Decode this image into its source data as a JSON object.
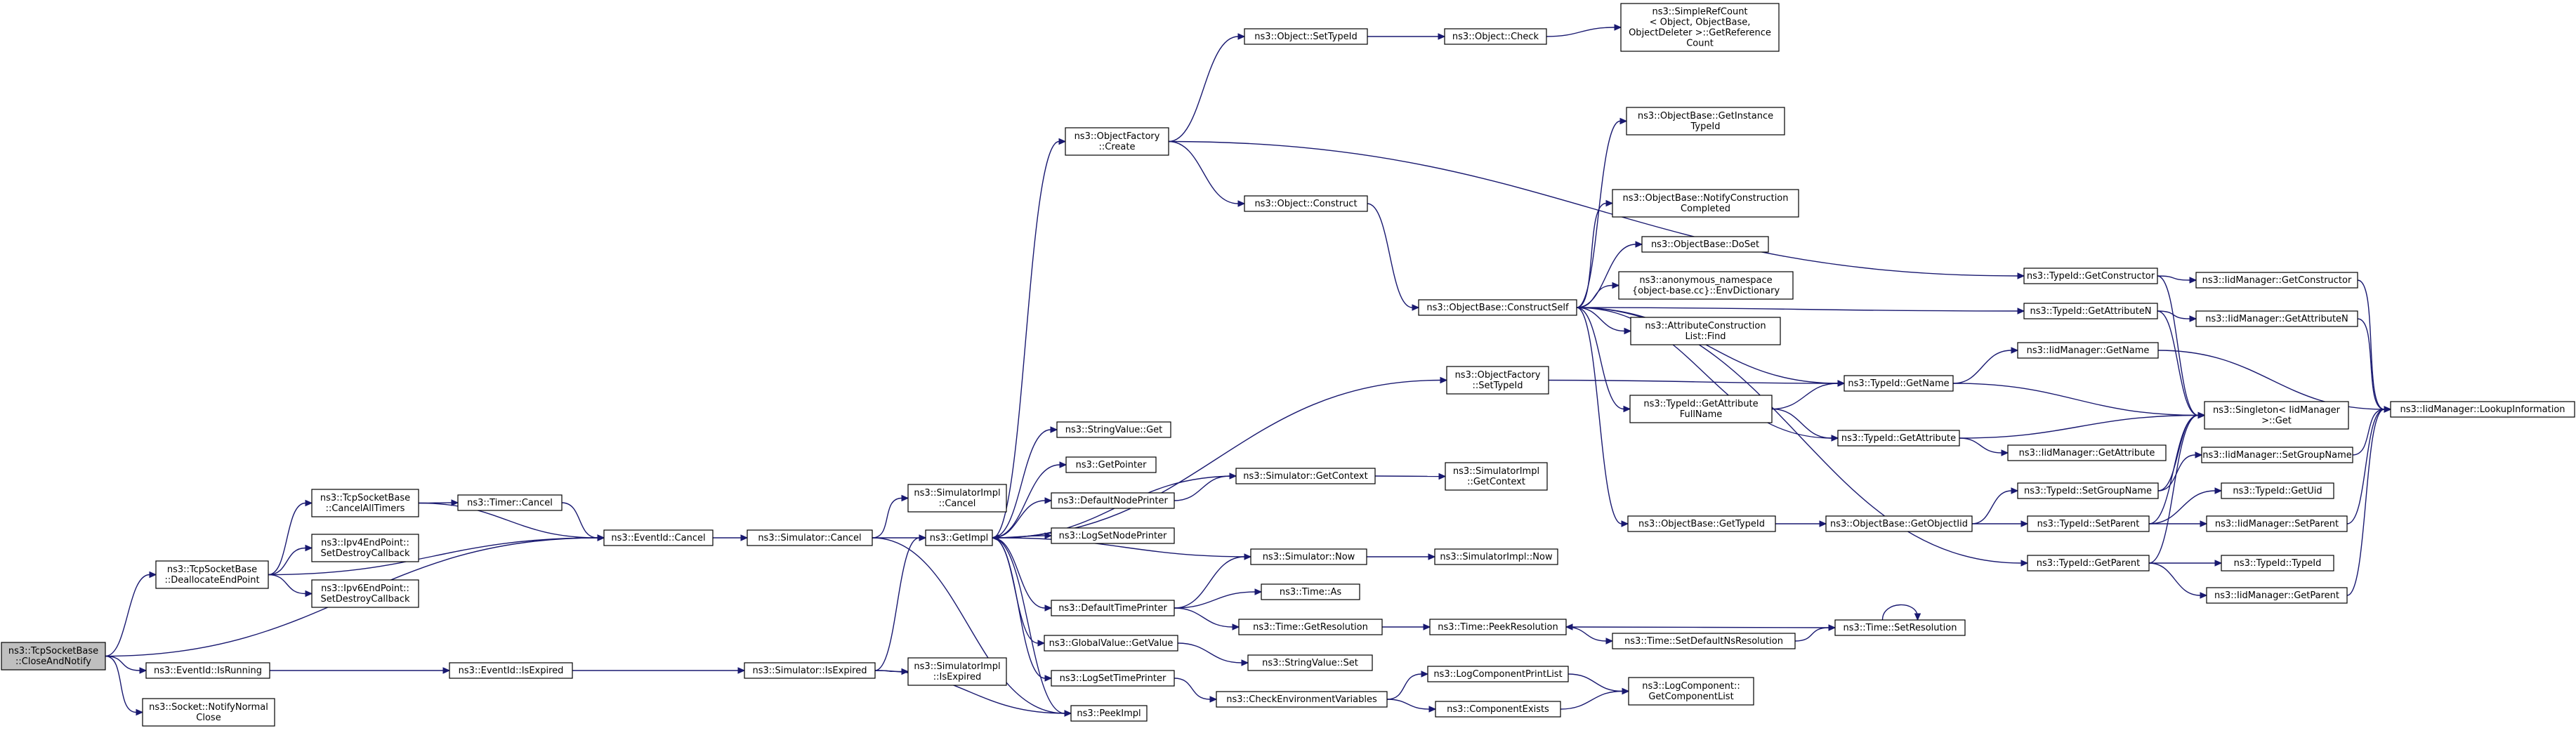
{
  "diagram": {
    "title": "",
    "nodes": [
      {
        "id": "root",
        "lines": [
          "ns3::TcpSocketBase",
          "::CloseAndNotify"
        ],
        "highlight": true
      },
      {
        "id": "dealloc",
        "lines": [
          "ns3::TcpSocketBase",
          "::DeallocateEndPoint"
        ]
      },
      {
        "id": "eiIsRunning",
        "lines": [
          "ns3::EventId::IsRunning"
        ]
      },
      {
        "id": "notifyClose",
        "lines": [
          "ns3::Socket::NotifyNormal",
          "Close"
        ]
      },
      {
        "id": "cancelAll",
        "lines": [
          "ns3::TcpSocketBase",
          "::CancelAllTimers"
        ]
      },
      {
        "id": "ipv4Destroy",
        "lines": [
          "ns3::Ipv4EndPoint::",
          "SetDestroyCallback"
        ]
      },
      {
        "id": "ipv6Destroy",
        "lines": [
          "ns3::Ipv6EndPoint::",
          "SetDestroyCallback"
        ]
      },
      {
        "id": "timerCancel",
        "lines": [
          "ns3::Timer::Cancel"
        ]
      },
      {
        "id": "eiCancel",
        "lines": [
          "ns3::EventId::Cancel"
        ]
      },
      {
        "id": "eiIsExpired",
        "lines": [
          "ns3::EventId::IsExpired"
        ]
      },
      {
        "id": "simCancel",
        "lines": [
          "ns3::Simulator::Cancel"
        ]
      },
      {
        "id": "simIsExpired",
        "lines": [
          "ns3::Simulator::IsExpired"
        ]
      },
      {
        "id": "simImplCancel",
        "lines": [
          "ns3::SimulatorImpl",
          "::Cancel"
        ]
      },
      {
        "id": "simImplIsExpired",
        "lines": [
          "ns3::SimulatorImpl",
          "::IsExpired"
        ]
      },
      {
        "id": "getImpl",
        "lines": [
          "ns3::GetImpl"
        ]
      },
      {
        "id": "peekImpl",
        "lines": [
          "ns3::PeekImpl"
        ]
      },
      {
        "id": "ofCreate",
        "lines": [
          "ns3::ObjectFactory",
          "::Create"
        ]
      },
      {
        "id": "stringValueGet",
        "lines": [
          "ns3::StringValue::Get"
        ]
      },
      {
        "id": "getPointer",
        "lines": [
          "ns3::GetPointer"
        ]
      },
      {
        "id": "defaultNodePrinter",
        "lines": [
          "ns3::DefaultNodePrinter"
        ]
      },
      {
        "id": "logSetNodePrinter",
        "lines": [
          "ns3::LogSetNodePrinter"
        ]
      },
      {
        "id": "defaultTimePrinter",
        "lines": [
          "ns3::DefaultTimePrinter"
        ]
      },
      {
        "id": "gvGetValue",
        "lines": [
          "ns3::GlobalValue::GetValue"
        ]
      },
      {
        "id": "logSetTimePrinter",
        "lines": [
          "ns3::LogSetTimePrinter"
        ]
      },
      {
        "id": "objSetTypeId",
        "lines": [
          "ns3::Object::SetTypeId"
        ]
      },
      {
        "id": "objConstruct",
        "lines": [
          "ns3::Object::Construct"
        ]
      },
      {
        "id": "objCheck",
        "lines": [
          "ns3::Object::Check"
        ]
      },
      {
        "id": "simpleRefCount",
        "lines": [
          "ns3::SimpleRefCount",
          "< Object, ObjectBase,",
          "ObjectDeleter >::GetReference",
          "Count"
        ]
      },
      {
        "id": "obConstructSelf",
        "lines": [
          "ns3::ObjectBase::ConstructSelf"
        ]
      },
      {
        "id": "ofSetTypeId",
        "lines": [
          "ns3::ObjectFactory",
          "::SetTypeId"
        ]
      },
      {
        "id": "simGetContext",
        "lines": [
          "ns3::Simulator::GetContext"
        ]
      },
      {
        "id": "simImplGetContext",
        "lines": [
          "ns3::SimulatorImpl",
          "::GetContext"
        ]
      },
      {
        "id": "simNow",
        "lines": [
          "ns3::Simulator::Now"
        ]
      },
      {
        "id": "simImplNow",
        "lines": [
          "ns3::SimulatorImpl::Now"
        ]
      },
      {
        "id": "timeAs",
        "lines": [
          "ns3::Time::As"
        ]
      },
      {
        "id": "timeGetRes",
        "lines": [
          "ns3::Time::GetResolution"
        ]
      },
      {
        "id": "stringValueSet",
        "lines": [
          "ns3::StringValue::Set"
        ]
      },
      {
        "id": "checkEnv",
        "lines": [
          "ns3::CheckEnvironmentVariables"
        ]
      },
      {
        "id": "obGetInstanceTypeId",
        "lines": [
          "ns3::ObjectBase::GetInstance",
          "TypeId"
        ]
      },
      {
        "id": "obNotifyConstruction",
        "lines": [
          "ns3::ObjectBase::NotifyConstruction",
          "Completed"
        ]
      },
      {
        "id": "obDoSet",
        "lines": [
          "ns3::ObjectBase::DoSet"
        ]
      },
      {
        "id": "anonEnvDict",
        "lines": [
          "ns3::anonymous_namespace",
          "{object-base.cc}::EnvDictionary"
        ]
      },
      {
        "id": "acListFind",
        "lines": [
          "ns3::AttributeConstruction",
          "List::Find"
        ]
      },
      {
        "id": "tidGetAttrFullName",
        "lines": [
          "ns3::TypeId::GetAttribute",
          "FullName"
        ]
      },
      {
        "id": "obGetTypeId",
        "lines": [
          "ns3::ObjectBase::GetTypeId"
        ]
      },
      {
        "id": "timePeekRes",
        "lines": [
          "ns3::Time::PeekResolution"
        ]
      },
      {
        "id": "logCompPrintList",
        "lines": [
          "ns3::LogComponentPrintList"
        ]
      },
      {
        "id": "componentExists",
        "lines": [
          "ns3::ComponentExists"
        ]
      },
      {
        "id": "tidGetConstructor",
        "lines": [
          "ns3::TypeId::GetConstructor"
        ]
      },
      {
        "id": "tidGetAttributeN",
        "lines": [
          "ns3::TypeId::GetAttributeN"
        ]
      },
      {
        "id": "tidGetName",
        "lines": [
          "ns3::TypeId::GetName"
        ]
      },
      {
        "id": "tidGetAttribute",
        "lines": [
          "ns3::TypeId::GetAttribute"
        ]
      },
      {
        "id": "obGetObjectIid",
        "lines": [
          "ns3::ObjectBase::GetObjectIid"
        ]
      },
      {
        "id": "timeSetDefaultNsRes",
        "lines": [
          "ns3::Time::SetDefaultNsResolution"
        ]
      },
      {
        "id": "logCompGetList",
        "lines": [
          "ns3::LogComponent::",
          "GetComponentList"
        ]
      },
      {
        "id": "timeSetRes",
        "lines": [
          "ns3::Time::SetResolution"
        ]
      },
      {
        "id": "tidSetGroupName",
        "lines": [
          "ns3::TypeId::SetGroupName"
        ]
      },
      {
        "id": "tidSetParent",
        "lines": [
          "ns3::TypeId::SetParent"
        ]
      },
      {
        "id": "tidGetParent",
        "lines": [
          "ns3::TypeId::GetParent"
        ]
      },
      {
        "id": "imGetName",
        "lines": [
          "ns3::IidManager::GetName"
        ]
      },
      {
        "id": "imGetAttribute",
        "lines": [
          "ns3::IidManager::GetAttribute"
        ]
      },
      {
        "id": "singletonGet",
        "lines": [
          "ns3::Singleton< IidManager",
          ">::Get"
        ]
      },
      {
        "id": "imGetConstructor",
        "lines": [
          "ns3::IidManager::GetConstructor"
        ]
      },
      {
        "id": "imGetAttributeN",
        "lines": [
          "ns3::IidManager::GetAttributeN"
        ]
      },
      {
        "id": "imSetGroupName",
        "lines": [
          "ns3::IidManager::SetGroupName"
        ]
      },
      {
        "id": "tidGetUid",
        "lines": [
          "ns3::TypeId::GetUid"
        ]
      },
      {
        "id": "imSetParent",
        "lines": [
          "ns3::IidManager::SetParent"
        ]
      },
      {
        "id": "tidTypeId",
        "lines": [
          "ns3::TypeId::TypeId"
        ]
      },
      {
        "id": "imGetParent",
        "lines": [
          "ns3::IidManager::GetParent"
        ]
      },
      {
        "id": "imLookupInfo",
        "lines": [
          "ns3::IidManager::LookupInformation"
        ]
      }
    ],
    "edges": [
      [
        "root",
        "dealloc"
      ],
      [
        "root",
        "eiIsRunning"
      ],
      [
        "root",
        "notifyClose"
      ],
      [
        "root",
        "eiCancel"
      ],
      [
        "dealloc",
        "cancelAll"
      ],
      [
        "dealloc",
        "ipv4Destroy"
      ],
      [
        "dealloc",
        "ipv6Destroy"
      ],
      [
        "dealloc",
        "eiCancel"
      ],
      [
        "cancelAll",
        "timerCancel"
      ],
      [
        "cancelAll",
        "eiCancel"
      ],
      [
        "timerCancel",
        "eiCancel"
      ],
      [
        "eiIsRunning",
        "eiIsExpired"
      ],
      [
        "eiCancel",
        "simCancel"
      ],
      [
        "eiIsExpired",
        "simIsExpired"
      ],
      [
        "simCancel",
        "simImplCancel"
      ],
      [
        "simCancel",
        "getImpl"
      ],
      [
        "simCancel",
        "peekImpl"
      ],
      [
        "simIsExpired",
        "simImplIsExpired"
      ],
      [
        "simIsExpired",
        "getImpl"
      ],
      [
        "simIsExpired",
        "peekImpl"
      ],
      [
        "getImpl",
        "ofCreate"
      ],
      [
        "getImpl",
        "stringValueGet"
      ],
      [
        "getImpl",
        "getPointer"
      ],
      [
        "getImpl",
        "defaultNodePrinter"
      ],
      [
        "getImpl",
        "logSetNodePrinter"
      ],
      [
        "getImpl",
        "defaultTimePrinter"
      ],
      [
        "getImpl",
        "gvGetValue"
      ],
      [
        "getImpl",
        "logSetTimePrinter"
      ],
      [
        "getImpl",
        "peekImpl"
      ],
      [
        "getImpl",
        "ofSetTypeId"
      ],
      [
        "ofCreate",
        "objSetTypeId"
      ],
      [
        "ofCreate",
        "objConstruct"
      ],
      [
        "ofCreate",
        "tidGetConstructor"
      ],
      [
        "objSetTypeId",
        "objCheck"
      ],
      [
        "objCheck",
        "simpleRefCount"
      ],
      [
        "objConstruct",
        "obConstructSelf"
      ],
      [
        "defaultNodePrinter",
        "simGetContext"
      ],
      [
        "simGetContext",
        "getImpl"
      ],
      [
        "simGetContext",
        "simImplGetContext"
      ],
      [
        "defaultTimePrinter",
        "simNow"
      ],
      [
        "defaultTimePrinter",
        "timeAs"
      ],
      [
        "defaultTimePrinter",
        "timeGetRes"
      ],
      [
        "simNow",
        "getImpl"
      ],
      [
        "simNow",
        "simImplNow"
      ],
      [
        "timeGetRes",
        "timePeekRes"
      ],
      [
        "gvGetValue",
        "stringValueSet"
      ],
      [
        "logSetTimePrinter",
        "checkEnv"
      ],
      [
        "checkEnv",
        "logCompPrintList"
      ],
      [
        "checkEnv",
        "componentExists"
      ],
      [
        "logCompPrintList",
        "logCompGetList"
      ],
      [
        "componentExists",
        "logCompGetList"
      ],
      [
        "ofSetTypeId",
        "tidGetName"
      ],
      [
        "obConstructSelf",
        "obGetInstanceTypeId"
      ],
      [
        "obConstructSelf",
        "obNotifyConstruction"
      ],
      [
        "obConstructSelf",
        "obDoSet"
      ],
      [
        "obConstructSelf",
        "anonEnvDict"
      ],
      [
        "obConstructSelf",
        "acListFind"
      ],
      [
        "obConstructSelf",
        "tidGetAttrFullName"
      ],
      [
        "obConstructSelf",
        "obGetTypeId"
      ],
      [
        "obConstructSelf",
        "tidGetAttributeN"
      ],
      [
        "obConstructSelf",
        "tidGetName"
      ],
      [
        "obConstructSelf",
        "tidGetAttribute"
      ],
      [
        "obConstructSelf",
        "tidGetParent"
      ],
      [
        "tidGetAttrFullName",
        "tidGetName"
      ],
      [
        "tidGetAttrFullName",
        "tidGetAttribute"
      ],
      [
        "obGetTypeId",
        "obGetObjectIid"
      ],
      [
        "obGetObjectIid",
        "tidSetGroupName"
      ],
      [
        "obGetObjectIid",
        "tidSetParent"
      ],
      [
        "timePeekRes",
        "timeSetDefaultNsRes"
      ],
      [
        "timeSetDefaultNsRes",
        "timeSetRes"
      ],
      [
        "timeSetRes",
        "timePeekRes"
      ],
      [
        "timeSetRes",
        "timeSetRes"
      ],
      [
        "tidGetConstructor",
        "imGetConstructor"
      ],
      [
        "tidGetConstructor",
        "singletonGet"
      ],
      [
        "tidGetAttributeN",
        "imGetAttributeN"
      ],
      [
        "tidGetAttributeN",
        "singletonGet"
      ],
      [
        "tidGetName",
        "imGetName"
      ],
      [
        "tidGetName",
        "singletonGet"
      ],
      [
        "tidGetAttribute",
        "imGetAttribute"
      ],
      [
        "tidGetAttribute",
        "singletonGet"
      ],
      [
        "tidSetGroupName",
        "imSetGroupName"
      ],
      [
        "tidSetGroupName",
        "singletonGet"
      ],
      [
        "tidSetParent",
        "tidGetUid"
      ],
      [
        "tidSetParent",
        "imSetParent"
      ],
      [
        "tidSetParent",
        "singletonGet"
      ],
      [
        "tidGetParent",
        "tidTypeId"
      ],
      [
        "tidGetParent",
        "imGetParent"
      ],
      [
        "tidGetParent",
        "singletonGet"
      ],
      [
        "imGetName",
        "imLookupInfo"
      ],
      [
        "imGetConstructor",
        "imLookupInfo"
      ],
      [
        "imGetAttributeN",
        "imLookupInfo"
      ],
      [
        "imSetGroupName",
        "imLookupInfo"
      ],
      [
        "imSetParent",
        "imLookupInfo"
      ],
      [
        "imGetParent",
        "imLookupInfo"
      ]
    ]
  }
}
